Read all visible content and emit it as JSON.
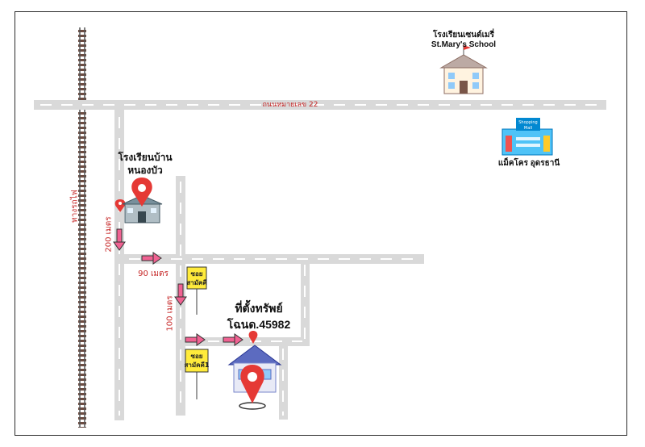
{
  "map": {
    "railway_label": "ทางรถไฟ",
    "road_label": "ถนนหมายเลข 22",
    "landmarks": {
      "stmary_thai": "โรงเรียนเซนต์เมรี่",
      "stmary_en": "St.Mary's School",
      "mall_sign": "Shopping Mall",
      "mall_name": "แม็คโคร อุดรธานี",
      "school_line1": "โรงเรียนบ้าน",
      "school_line2": "หนองบัว"
    },
    "distances": {
      "d200": "200 เมตร",
      "d90": "90 เมตร",
      "d100": "100 เมตร"
    },
    "signs": {
      "sign1_line1": "ซอย",
      "sign1_line2": "สามัคคี",
      "sign2_line1": "ซอย",
      "sign2_line2": "สามัคคี1"
    },
    "property": {
      "line1": "ที่ตั้งทรัพย์",
      "line2": "โฉนด.45982"
    },
    "colors": {
      "road": "#d9d9d9",
      "road_dash": "#ffffff",
      "arrow": "#f06292",
      "pin": "#e53935",
      "sign": "#ffeb3b",
      "distance_text": "#c62828"
    }
  }
}
